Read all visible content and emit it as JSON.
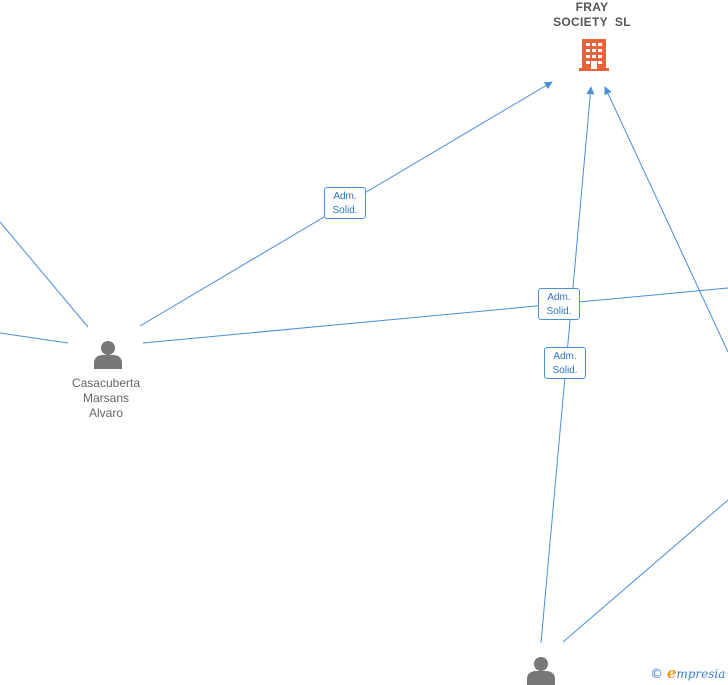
{
  "company": {
    "name_line1": "FRAY",
    "name_line2": "SOCIETY  SL",
    "icon": "building-icon",
    "color": "#e8633a"
  },
  "persons": [
    {
      "id": "casacuberta",
      "name_line1": "Casacuberta",
      "name_line2": "Marsans",
      "name_line3": "Alvaro",
      "icon": "person-icon"
    },
    {
      "id": "bottom-person",
      "icon": "person-icon"
    }
  ],
  "edges": [
    {
      "id": "edge-1",
      "line1": "Adm.",
      "line2": "Solid."
    },
    {
      "id": "edge-2",
      "line1": "Adm.",
      "line2": "Solid."
    },
    {
      "id": "edge-3",
      "line1": "Adm.",
      "line2": "Solid."
    }
  ],
  "colors": {
    "edge": "#4a8fd8",
    "person": "#777777"
  },
  "watermark": {
    "symbol": "©",
    "brand_initial": "e",
    "brand_rest": "mpresia"
  }
}
